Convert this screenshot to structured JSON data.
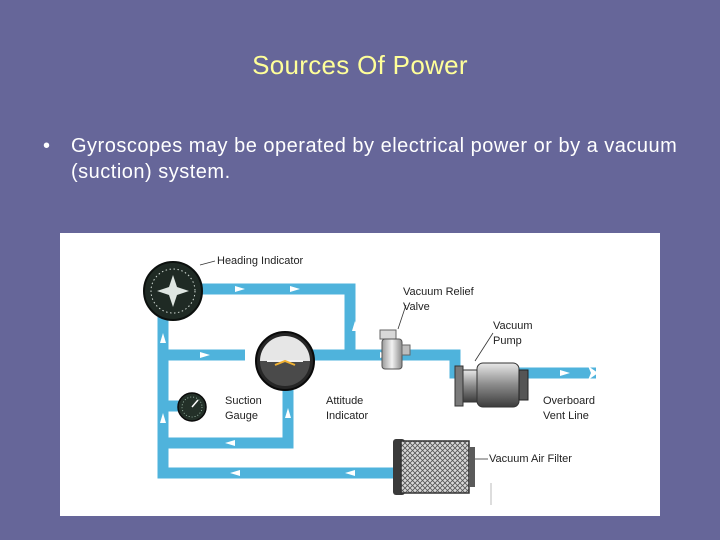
{
  "slide": {
    "title": "Sources Of Power",
    "bullet_marker": "•",
    "bullet_text": "Gyroscopes may be operated by electrical power or by a vacuum (suction) system."
  },
  "diagram": {
    "labels": {
      "heading_indicator": "Heading Indicator",
      "vacuum_relief_valve_1": "Vacuum Relief",
      "vacuum_relief_valve_2": "Valve",
      "vacuum_pump_1": "Vacuum",
      "vacuum_pump_2": "Pump",
      "suction_gauge_1": "Suction",
      "suction_gauge_2": "Gauge",
      "attitude_indicator_1": "Attitude",
      "attitude_indicator_2": "Indicator",
      "overboard_vent_line_1": "Overboard",
      "overboard_vent_line_2": "Vent Line",
      "vacuum_air_filter": "Vacuum Air Filter"
    },
    "colors": {
      "pipe": "#4fb3dc",
      "instrument": "#1f2a24",
      "slide_background": "#666699",
      "title_text": "#ffff99"
    }
  }
}
